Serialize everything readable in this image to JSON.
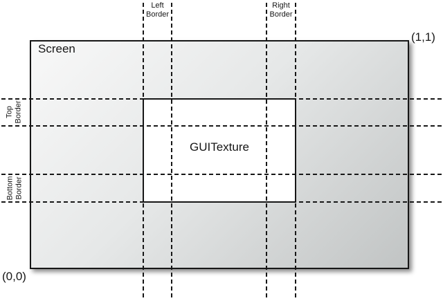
{
  "diagram": {
    "title_context": "Screen border coordinates diagram",
    "screen": {
      "label": "Screen"
    },
    "guitexture": {
      "label": "GUITexture"
    },
    "coords": {
      "top_right": "(1,1)",
      "bottom_left": "(0,0)"
    },
    "border_labels": {
      "left": {
        "line1": "Left",
        "line2": "Border"
      },
      "right": {
        "line1": "Right",
        "line2": "Border"
      },
      "top": {
        "line1": "Top",
        "line2": "Border"
      },
      "bottom": {
        "line1": "Bottom",
        "line2": "Border"
      }
    }
  },
  "colors": {
    "line_color": "#161616",
    "screen_grad_start": "#f8f8f8",
    "screen_grad_end": "#c1c4c4",
    "guitexture_fill": "#ffffff",
    "page_bg": "#ffffff"
  }
}
